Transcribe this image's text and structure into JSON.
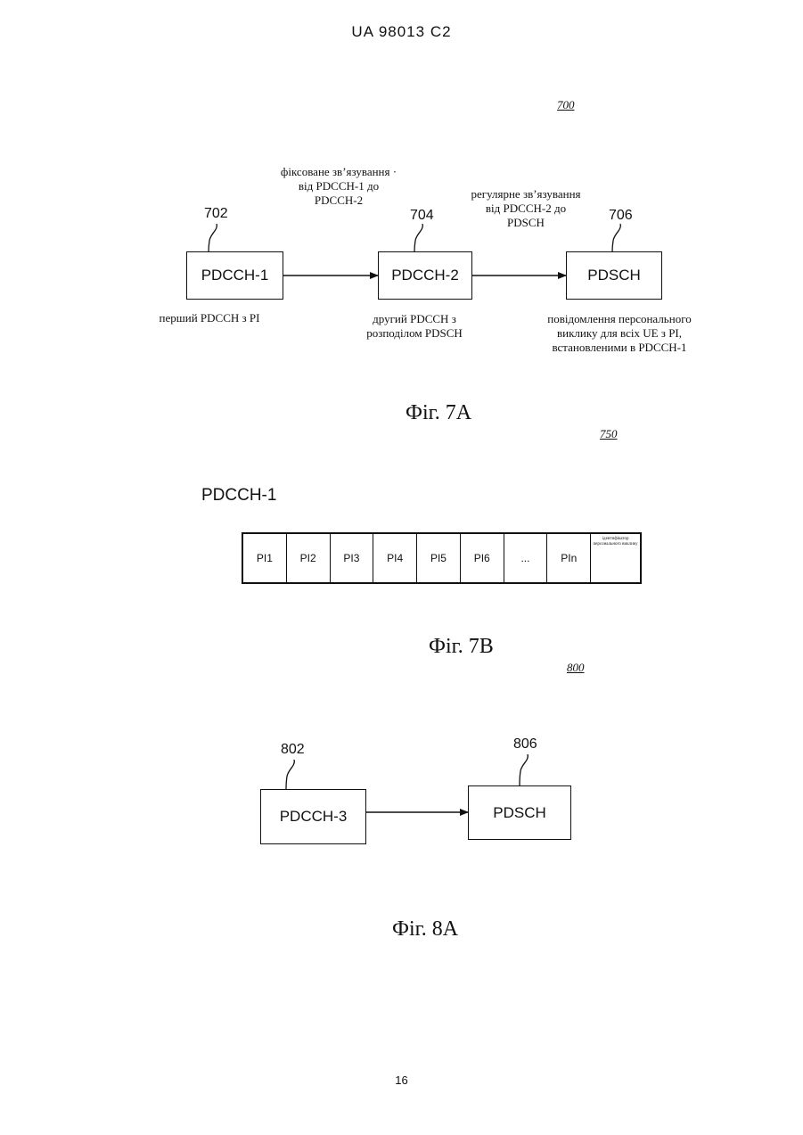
{
  "header": "UA   98013   C2",
  "page_number": "16",
  "fig7a": {
    "ref": "700",
    "caption": "Фіг. 7А",
    "boxes": [
      {
        "label": "PDCCH-1",
        "ref": "702"
      },
      {
        "label": "PDCCH-2",
        "ref": "704"
      },
      {
        "label": "PDSCH",
        "ref": "706"
      }
    ],
    "edge_labels": [
      {
        "line1": "фіксоване зв’язування ·",
        "line2": "від PDCCH-1 до",
        "line3": "PDCCH-2"
      },
      {
        "line1": "регулярне зв’язування",
        "line2": "від PDCCH-2 до",
        "line3": "PDSCH"
      }
    ],
    "descriptions": [
      {
        "line1": "перший PDCCH з PI"
      },
      {
        "line1": "другий PDCCH з",
        "line2": "розподілом PDSCH"
      },
      {
        "line1": "повідомлення персонального",
        "line2": "виклику для всіх UE з PI,",
        "line3": "встановленими в PDCCH-1"
      }
    ]
  },
  "fig7b": {
    "ref": "750",
    "caption": "Фіг. 7В",
    "title": "PDCCH-1",
    "cells": [
      "PI1",
      "PI2",
      "PI3",
      "PI4",
      "PI5",
      "PI6",
      "...",
      "PIn"
    ],
    "last_cell": "ідентифікатор персонального виклику"
  },
  "fig8a": {
    "ref": "800",
    "caption": "Фіг. 8А",
    "boxes": [
      {
        "label": "PDCCH-3",
        "ref": "802"
      },
      {
        "label": "PDSCH",
        "ref": "806"
      }
    ]
  }
}
